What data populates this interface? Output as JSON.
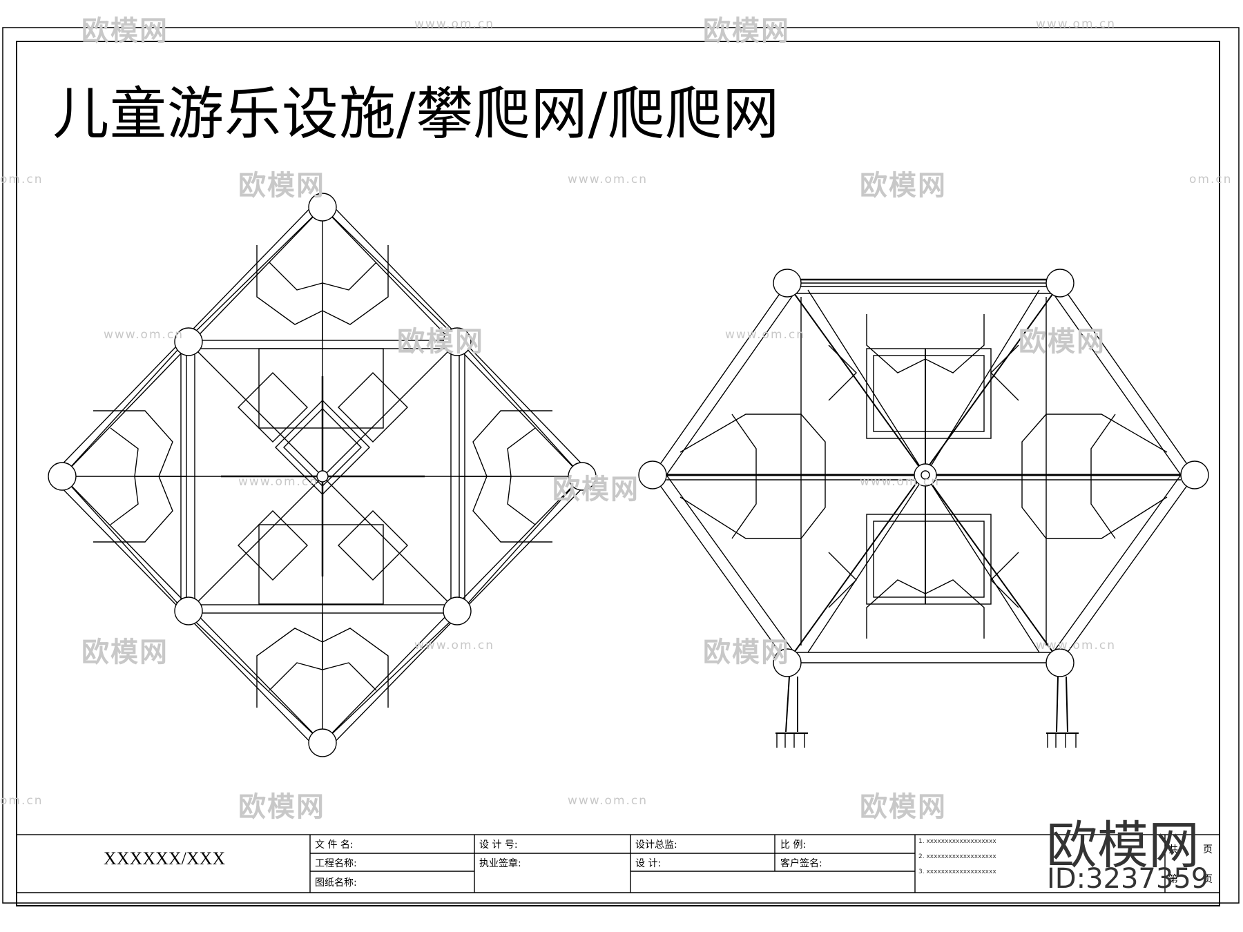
{
  "drawing": {
    "title": "儿童游乐设施/攀爬网/爬爬网"
  },
  "title_block": {
    "code": "XXXXXX/XXX",
    "file_name_label": "文 件 名:",
    "project_name_label": "工程名称:",
    "drawing_name_label": "图纸名称:",
    "design_no_label": "设 计 号:",
    "license_sign_label": "执业签章:",
    "design_director_label": "设计总监:",
    "design_label": "设      计:",
    "scale_label": "比      例:",
    "client_sign_label": "客户签名:",
    "notes": [
      "1. xxxxxxxxxxxxxxxxxxx",
      "2. xxxxxxxxxxxxxxxxxxx",
      "3. xxxxxxxxxxxxxxxxxxx"
    ],
    "total_pages_label": "共",
    "page_unit_a": "页",
    "page_no_label": "第",
    "page_unit_b": "页"
  },
  "watermarks": {
    "logo_text": "欧模网",
    "url_text": "www.om.cn",
    "short_url": "om.cn",
    "brand_big": "欧模网",
    "id_text": "ID:3237359"
  }
}
